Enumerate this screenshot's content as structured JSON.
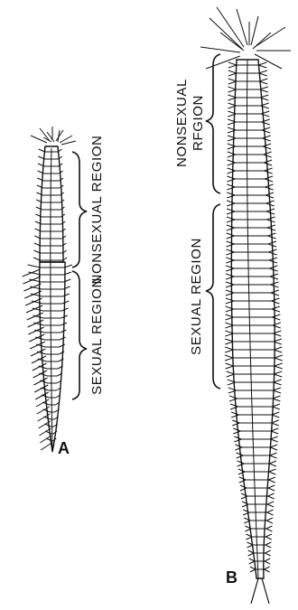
{
  "figure": {
    "worm_a": {
      "letter": "A",
      "upper_label": "NONSEXUAL REGION",
      "lower_label": "SEXUAL REGION"
    },
    "worm_b": {
      "letter": "B",
      "upper_label_line1": "NONSEXUAL",
      "upper_label_line2": "RFGION",
      "lower_label": "SEXUAL REGION"
    }
  },
  "colors": {
    "ink": "#111111",
    "background": "#ffffff"
  }
}
